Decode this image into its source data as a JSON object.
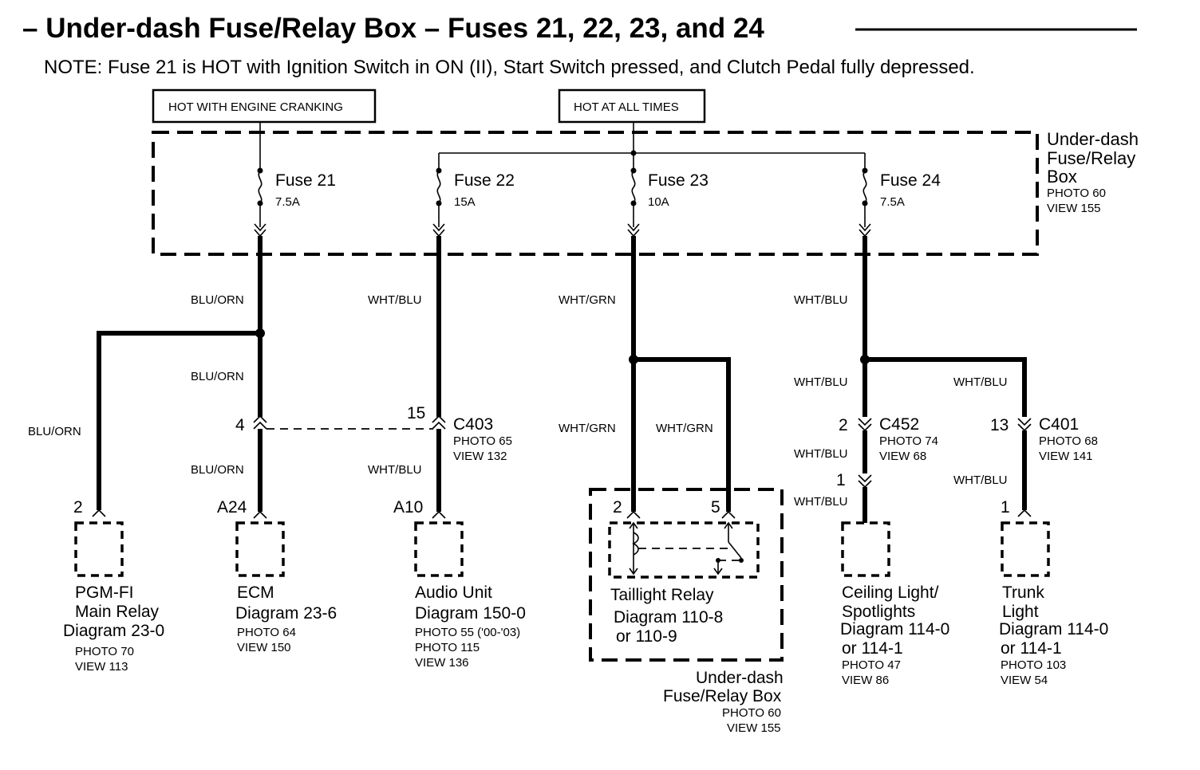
{
  "title": "– Under-dash Fuse/Relay Box – Fuses 21, 22, 23, and 24",
  "note": "NOTE: Fuse 21 is HOT with Ignition Switch in ON (II), Start Switch pressed, and Clutch Pedal fully depressed.",
  "power_labels": {
    "cranking": "HOT WITH ENGINE CRANKING",
    "all_times": "HOT AT ALL TIMES"
  },
  "fusebox": {
    "line1": "Under-dash",
    "line2": "Fuse/Relay",
    "line3": "Box",
    "photo": "PHOTO 60",
    "view": "VIEW 155"
  },
  "fuses": [
    {
      "name": "Fuse 21",
      "rating": "7.5A"
    },
    {
      "name": "Fuse 22",
      "rating": "15A"
    },
    {
      "name": "Fuse 23",
      "rating": "10A"
    },
    {
      "name": "Fuse 24",
      "rating": "7.5A"
    }
  ],
  "wires": {
    "blu_orn": "BLU/ORN",
    "wht_blu": "WHT/BLU",
    "wht_grn": "WHT/GRN"
  },
  "connectors": {
    "c403": {
      "name": "C403",
      "photo": "PHOTO 65",
      "view": "VIEW 132",
      "pin_left": "4",
      "pin_right": "15"
    },
    "c452": {
      "name": "C452",
      "photo": "PHOTO 74",
      "view": "VIEW 68",
      "pin_top": "2",
      "pin_bottom": "1"
    },
    "c401": {
      "name": "C401",
      "photo": "PHOTO 68",
      "view": "VIEW 141",
      "pin_top": "13"
    }
  },
  "components": {
    "pgmfi": {
      "pin": "2",
      "line1": "PGM-FI",
      "line2": "Main Relay",
      "line3": "Diagram  23-0",
      "photo": "PHOTO 70",
      "view": "VIEW 113"
    },
    "ecm": {
      "pin": "A24",
      "line1": "ECM",
      "line2": "Diagram 23-6",
      "photo": "PHOTO 64",
      "view": "VIEW 150"
    },
    "audio": {
      "pin": "A10",
      "line1": "Audio Unit",
      "line2": "Diagram 150-0",
      "photo1": "PHOTO 55 ('00-'03)",
      "photo2": "PHOTO 115",
      "view": "VIEW 136"
    },
    "taillight": {
      "pin_left": "2",
      "pin_right": "5",
      "line1": "Taillight Relay",
      "line2": "Diagram 110-8",
      "line3": "or 110-9"
    },
    "relaybox": {
      "line1": "Under-dash",
      "line2": "Fuse/Relay Box",
      "photo": "PHOTO 60",
      "view": "VIEW 155"
    },
    "ceiling": {
      "line1": "Ceiling Light/",
      "line2": "Spotlights",
      "line3": "Diagram 114-0",
      "line4": "or 114-1",
      "photo": "PHOTO 47",
      "view": "VIEW 86"
    },
    "trunk": {
      "pin": "1",
      "line1": "Trunk",
      "line2": "Light",
      "line3": "Diagram 114-0",
      "line4": "or 114-1",
      "photo": "PHOTO 103",
      "view": "VIEW 54"
    }
  }
}
